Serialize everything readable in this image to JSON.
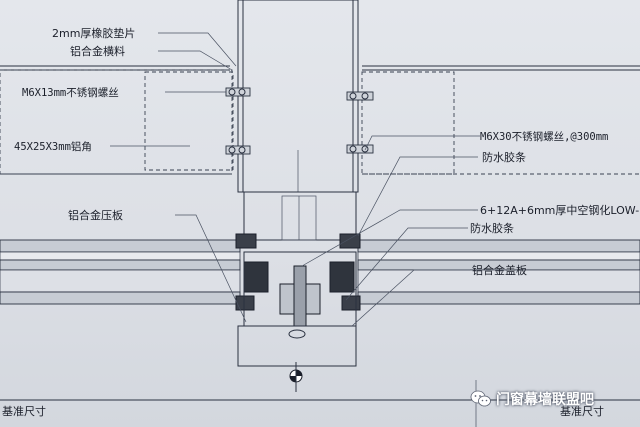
{
  "labels": {
    "rubber_pad": "2mm厚橡胶垫片",
    "al_transom": "铝合金横料",
    "bolt_m6x13": "M6X13mm不锈钢螺丝",
    "angle_45": "45X25X3mm铝角",
    "bolt_m6x30": "M6X30不锈钢螺丝,@300mm",
    "waterproof_strip_1": "防水胶条",
    "pressure_plate": "铝合金压板",
    "glass_spec": "6+12A+6mm厚中空钢化LOW-",
    "waterproof_strip_2": "防水胶条",
    "cover_plate": "铝合金盖板",
    "datum_left": "基准尺寸",
    "datum_right": "基准尺寸"
  },
  "watermark": {
    "text": "门窗幕墙联盟吧",
    "icon": "wechat-icon"
  }
}
